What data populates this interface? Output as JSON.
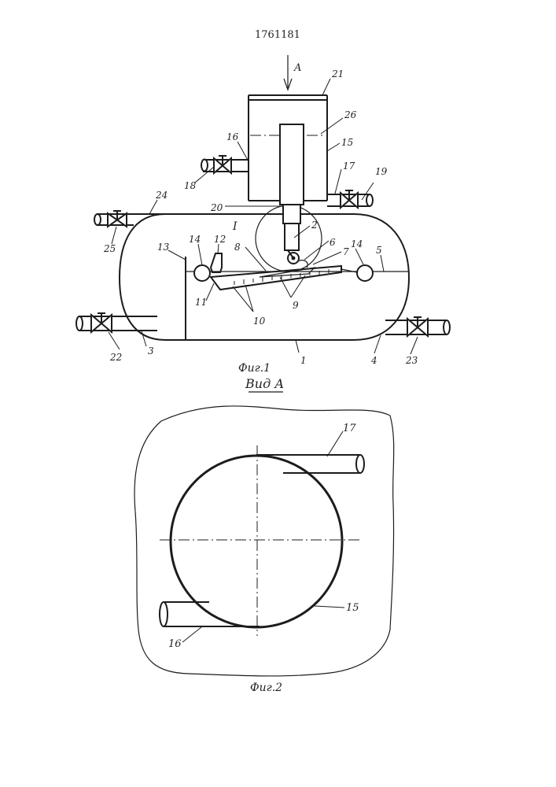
{
  "patent_number": "1761181",
  "fig1": {
    "caption": "Фиг.1",
    "view_arrow_label": "A",
    "detail_label": "I",
    "labels": {
      "n1": "1",
      "n2": "2",
      "n3": "3",
      "n4": "4",
      "n5": "5",
      "n6": "6",
      "n7": "7",
      "n8": "8",
      "n9": "9",
      "n10": "10",
      "n11": "11",
      "n12": "12",
      "n13": "13",
      "n14a": "14",
      "n14b": "14",
      "n15": "15",
      "n16": "16",
      "n17": "17",
      "n18": "18",
      "n19": "19",
      "n20": "20",
      "n21": "21",
      "n22": "22",
      "n23": "23",
      "n24": "24",
      "n25": "25",
      "n26": "26"
    }
  },
  "view_a": {
    "title": "Вид А"
  },
  "fig2": {
    "caption": "Фиг.2",
    "labels": {
      "n15": "15",
      "n16": "16",
      "n17": "17"
    }
  }
}
